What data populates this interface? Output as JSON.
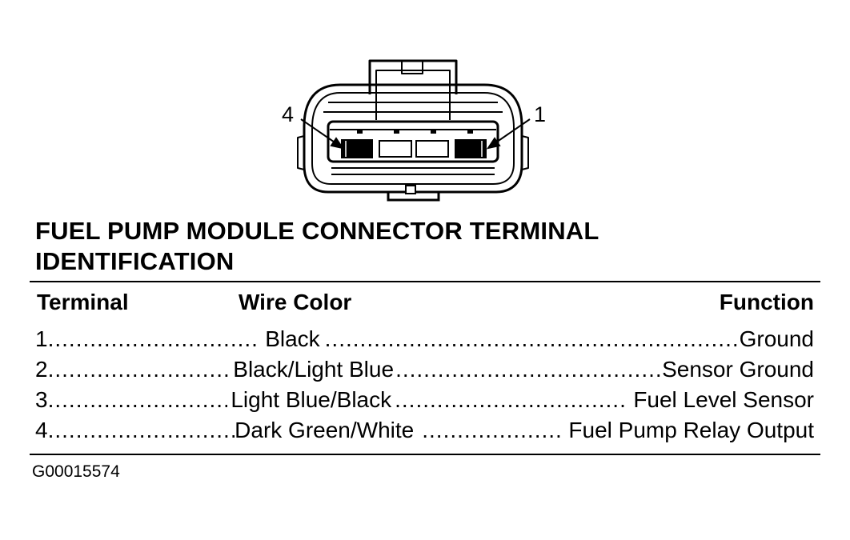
{
  "figure": {
    "title_line1": "FUEL PUMP MODULE CONNECTOR TERMINAL",
    "title_line2": "IDENTIFICATION",
    "figure_id": "G00015574"
  },
  "diagram": {
    "callout_left": "4",
    "callout_right": "1"
  },
  "table": {
    "headers": {
      "terminal": "Terminal",
      "wire_color": "Wire Color",
      "function": "Function"
    },
    "rows": [
      {
        "terminal": "1",
        "wire_color": "Black",
        "function": "Ground"
      },
      {
        "terminal": "2",
        "wire_color": "Black/Light Blue",
        "function": "Sensor Ground"
      },
      {
        "terminal": "3",
        "wire_color": "Light Blue/Black",
        "function": "Fuel Level Sensor"
      },
      {
        "terminal": "4",
        "wire_color": "Dark Green/White",
        "function": "Fuel Pump Relay Output"
      }
    ]
  }
}
